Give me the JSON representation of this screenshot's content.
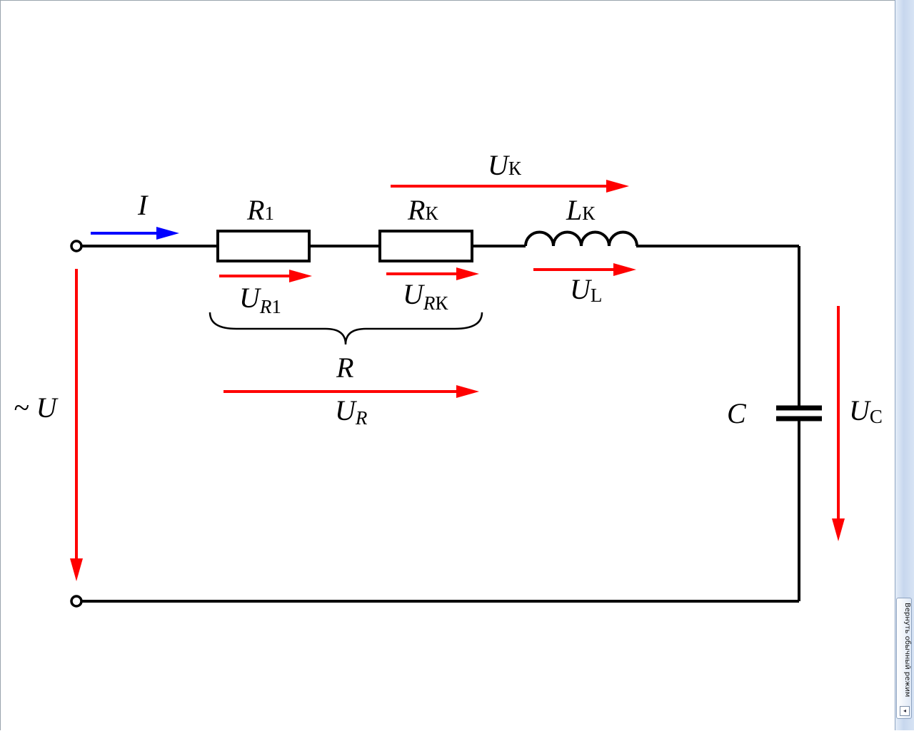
{
  "diagram": {
    "source_label": "~ U",
    "current_label": "I",
    "r1": {
      "main": "R",
      "sub": "1"
    },
    "rk": {
      "main": "R",
      "sub": "К"
    },
    "lk": {
      "main": "L",
      "sub": "К"
    },
    "uk": {
      "main": "U",
      "sub": "К"
    },
    "ur1": {
      "main": "U",
      "sub_italic": "R",
      "sub": "1"
    },
    "urk": {
      "main": "U",
      "sub_italic": "R",
      "sub": "К"
    },
    "ul": {
      "main": "U",
      "sub": "L"
    },
    "r_group": "R",
    "ur": {
      "main": "U",
      "sub_italic": "R"
    },
    "c": "C",
    "uc": {
      "main": "U",
      "sub": "C"
    }
  },
  "colors": {
    "wire": "#000000",
    "voltage_arrow": "#ff0000",
    "current_arrow": "#0000ff"
  },
  "side_panel": {
    "button_label": "Вернуть обычный режим",
    "button_icon": "collapse-arrow-icon"
  }
}
